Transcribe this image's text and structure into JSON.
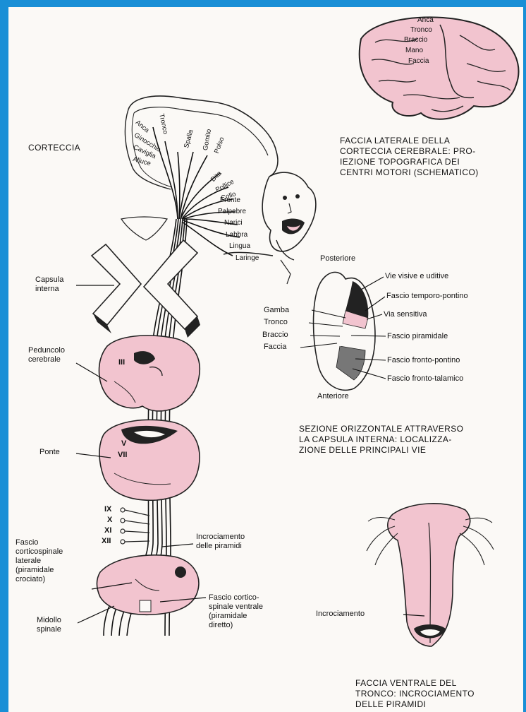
{
  "captions": {
    "cortex_lateral": [
      "FACCIA LATERALE DELLA",
      "CORTECCIA CEREBRALE: PRO-",
      "IEZIONE TOPOGRAFICA DEI",
      "CENTRI MOTORI (SCHEMATICO)"
    ],
    "capsule_section": [
      "SEZIONE ORIZZONTALE ATTRAVERSO",
      "LA CAPSULA INTERNA:  LOCALIZZA-",
      "ZIONE DELLE PRINCIPALI VIE"
    ],
    "ventral_face": [
      "FACCIA VENTRALE DEL",
      "TRONCO: INCROCIAMENTO",
      "DELLE PIRAMIDI"
    ]
  },
  "brain_labels": [
    "Anca",
    "Tronco",
    "Braccio",
    "Mano",
    "Faccia"
  ],
  "homunculus_labels": [
    "Anca",
    "Ginocchio",
    "Caviglia",
    "Alluce",
    "Tronco",
    "Spalla",
    "Gomito",
    "Polso",
    "Dita",
    "Pollice",
    "Collo",
    "Fronte",
    "Palpebre",
    "Narici",
    "Labbra",
    "Lingua",
    "Laringe"
  ],
  "left_labels": {
    "corteccia": "CORTECCIA",
    "capsula": [
      "Capsula",
      "interna"
    ],
    "peduncolo": [
      "Peduncolo",
      "cerebrale"
    ],
    "ponte": "Ponte",
    "fascio_laterale": [
      "Fascio",
      "corticospinale",
      "laterale",
      "(piramidale",
      "crociato)"
    ],
    "midollo": [
      "Midollo",
      "spinale"
    ]
  },
  "nerves": [
    "III",
    "V",
    "VII",
    "IX",
    "X",
    "XI",
    "XII"
  ],
  "right_mid_labels": {
    "incrociamento": [
      "Incrociamento",
      "delle piramidi"
    ],
    "ventrale": [
      "Fascio cortico-",
      "spinale ventrale",
      "(piramidale",
      "diretto)"
    ]
  },
  "capsule_labels": {
    "posteriore": "Posteriore",
    "anteriore": "Anteriore",
    "left": [
      "Gamba",
      "Tronco",
      "Braccio",
      "Faccia"
    ],
    "right": [
      "Vie visive e uditive",
      "Fascio temporo-pontino",
      "Via sensitiva",
      "Fascio piramidale",
      "Fascio fronto-pontino",
      "Fascio fronto-talamico"
    ]
  },
  "ventral_label": "Incrociamento",
  "colors": {
    "frame": "#1a8fd6",
    "tissue": "#f2c4cf",
    "tissue_dark": "#d98a9c",
    "ink": "#111111",
    "paper": "#fbf9f6"
  }
}
